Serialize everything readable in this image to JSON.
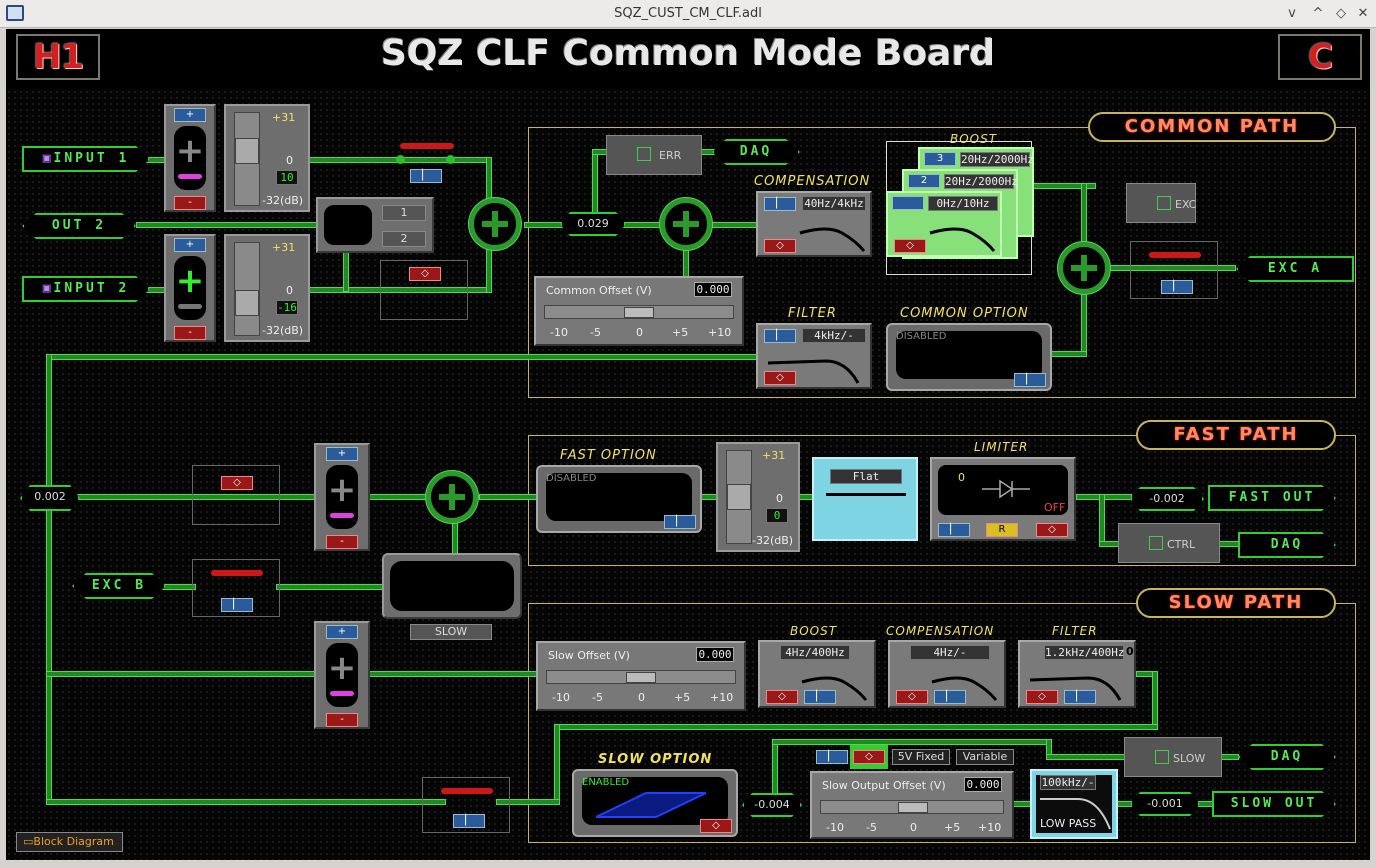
{
  "window": {
    "title": "SQZ_CUST_CM_CLF.adl",
    "controls": [
      "v",
      "^",
      "◇",
      "✕"
    ]
  },
  "header": {
    "title": "SQZ CLF Common Mode Board",
    "logo_left": "H1",
    "logo_right": "C"
  },
  "sections": {
    "common": "COMMON PATH",
    "fast": "FAST PATH",
    "slow": "SLOW PATH"
  },
  "tags": {
    "input1": "INPUT 1",
    "input2": "INPUT 2",
    "out2": "OUT 2",
    "daq_err": "DAQ",
    "exc_a": "EXC A",
    "exc_b": "EXC B",
    "fast_out": "FAST OUT",
    "daq_ctrl": "DAQ",
    "daq_slow": "DAQ",
    "slow_out": "SLOW OUT"
  },
  "input1_gain": {
    "plus": "+",
    "minus": "-",
    "top": "+31",
    "mid": "0",
    "bottom": "-32(dB)",
    "value": "10"
  },
  "input2_gain": {
    "plus": "+",
    "minus": "-",
    "top": "+31",
    "mid": "0",
    "bottom": "-32(dB)",
    "value": "-16"
  },
  "mux": {
    "one": "1",
    "two": "2"
  },
  "values": {
    "sum_common": "0.029",
    "left_node": "0.002",
    "fast_out": "-0.002",
    "slow_node": "-0.004",
    "slow_out": "-0.001"
  },
  "daq_buttons": {
    "err": "ERR",
    "exc": "EXC",
    "ctrl": "CTRL",
    "slow": "SLOW"
  },
  "common_offset": {
    "title": "Common Offset (V)",
    "value": "0.000",
    "ticks": [
      "-10",
      "-5",
      "0",
      "+5",
      "+10"
    ]
  },
  "compensation": {
    "label": "COMPENSATION",
    "freq": "40Hz/4kHz"
  },
  "boost": {
    "label": "BOOST",
    "stages": [
      {
        "n": "3",
        "freq": "20Hz/2000Hz"
      },
      {
        "n": "2",
        "freq": "20Hz/2000Hz"
      },
      {
        "n": "",
        "freq": "0Hz/10Hz"
      }
    ]
  },
  "filter_common": {
    "label": "FILTER",
    "freq": "4kHz/-"
  },
  "common_option": {
    "label": "COMMON  OPTION",
    "state": "DISABLED"
  },
  "fast_option": {
    "label": "FAST  OPTION",
    "state": "DISABLED"
  },
  "fast_gain": {
    "top": "+31",
    "mid": "0",
    "bottom": "-32(dB)",
    "value": "0"
  },
  "flat": {
    "label": "Flat"
  },
  "limiter": {
    "label": "LIMITER",
    "zero": "0",
    "off": "OFF",
    "r": "R"
  },
  "fast_sum_gain": {
    "plus": "+",
    "minus": "-"
  },
  "slow_gain": {
    "plus": "+",
    "minus": "-",
    "button": "SLOW"
  },
  "slow_offset": {
    "title": "Slow Offset (V)",
    "value": "0.000",
    "ticks": [
      "-10",
      "-5",
      "0",
      "+5",
      "+10"
    ]
  },
  "slow_boost": {
    "label": "BOOST",
    "freq": "4Hz/400Hz"
  },
  "slow_compensation": {
    "label": "COMPENSATION",
    "freq": "4Hz/-"
  },
  "slow_filter": {
    "label": "FILTER",
    "freq": "1.2kHz/400Hz",
    "extra": "0"
  },
  "slow_option": {
    "label": "SLOW  OPTION",
    "state": "ENABLED"
  },
  "slow_output": {
    "fixed": "5V Fixed",
    "variable": "Variable"
  },
  "slow_output_offset": {
    "title": "Slow Output Offset (V)",
    "value": "0.000",
    "ticks": [
      "-10",
      "-5",
      "0",
      "+5",
      "+10"
    ]
  },
  "lowpass": {
    "freq": "100kHz/-",
    "label": "LOW PASS"
  },
  "block_diagram": "Block Diagram",
  "colors": {
    "wire": "#1f8a1f",
    "accent": "#ff8a66",
    "label": "#f2e060"
  }
}
